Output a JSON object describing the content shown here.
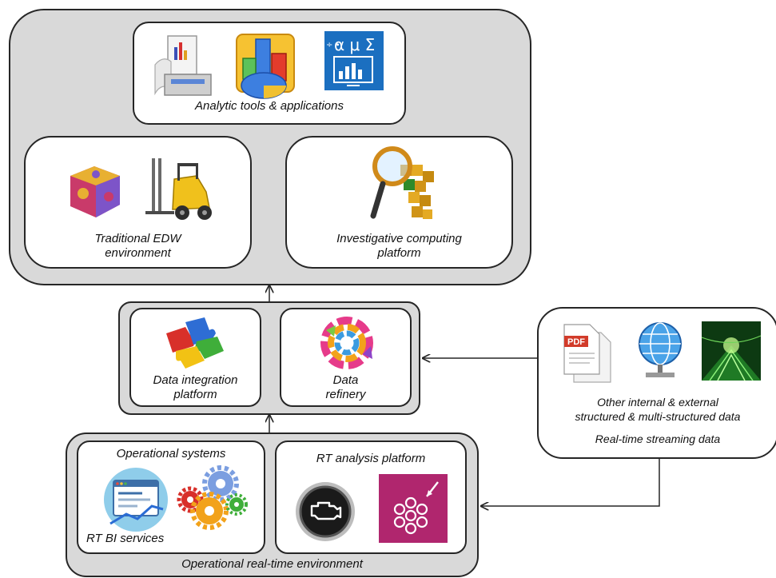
{
  "analytics": {
    "tools_label": "Analytic tools & applications"
  },
  "edw": {
    "line1": "Traditional EDW",
    "line2": "environment"
  },
  "investigative": {
    "line1": "Investigative computing",
    "line2": "platform"
  },
  "integration": {
    "line1": "Data integration",
    "line2": "platform"
  },
  "refinery": {
    "line1": "Data",
    "line2": "refinery"
  },
  "sources": {
    "line1": "Other internal & external",
    "line2": "structured & multi-structured data",
    "streaming": "Real-time streaming data",
    "pdf_text": "PDF"
  },
  "operational": {
    "systems_label": "Operational systems",
    "rtbi_label": "RT BI services",
    "rt_platform_label": "RT analysis platform",
    "environment_label": "Operational real-time environment"
  },
  "icons": {
    "formula_text": "α μ Σ",
    "formula_sub": "÷ ∙"
  },
  "colors": {
    "panel_gray": "#d9d9d9",
    "border": "#262626",
    "box": "#ffffff"
  }
}
